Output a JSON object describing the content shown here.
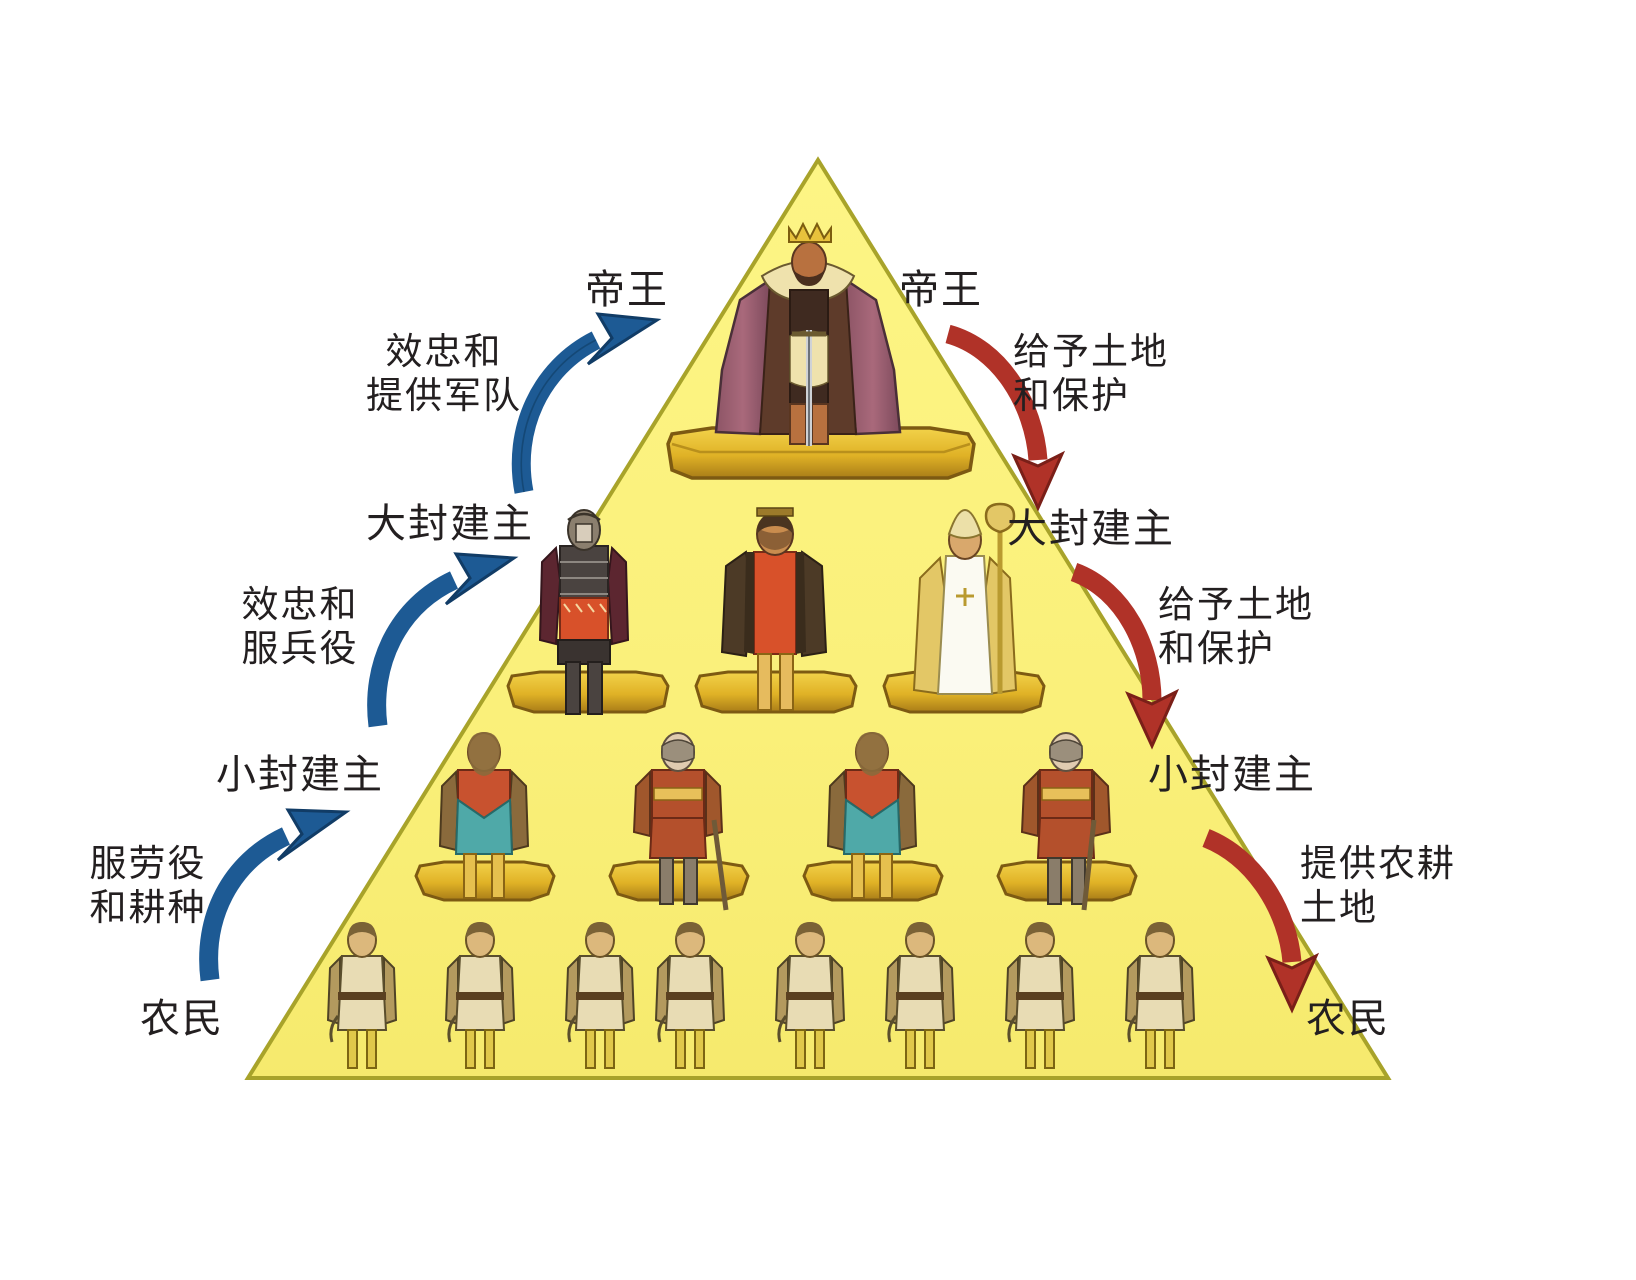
{
  "diagram": {
    "title": "封建制度金字塔",
    "type": "feudal-hierarchy-pyramid",
    "background_color": "#ffffff",
    "pyramid_fill": "#faf07a",
    "pyramid_stroke": "#a8a32a",
    "platform_color": "#e8bf2e",
    "platform_edge": "#8a6414",
    "up_arrow_color": "#1d5a94",
    "down_arrow_color": "#b03228"
  },
  "tiers": [
    {
      "id": "tier-1",
      "left_label": "帝王",
      "right_label": "帝王",
      "figure_count": 1,
      "figures": [
        "king"
      ]
    },
    {
      "id": "tier-2",
      "left_label": "大封建主",
      "right_label": "大封建主",
      "figure_count": 3,
      "figures": [
        "knight",
        "noble",
        "bishop"
      ]
    },
    {
      "id": "tier-3",
      "left_label": "小封建主",
      "right_label": "小封建主",
      "figure_count": 4,
      "figures": [
        "vassal",
        "knight",
        "vassal",
        "knight"
      ]
    },
    {
      "id": "tier-4",
      "left_label": "农民",
      "right_label": "农民",
      "figure_count": 8,
      "figures": [
        "peasant",
        "peasant",
        "peasant",
        "peasant",
        "peasant",
        "peasant",
        "peasant",
        "peasant"
      ]
    }
  ],
  "left_flows": [
    {
      "id": "flow-up-1",
      "text": "效忠和\n提供军队",
      "from": "大封建主",
      "to": "帝王"
    },
    {
      "id": "flow-up-2",
      "text": "效忠和\n服兵役",
      "from": "小封建主",
      "to": "大封建主"
    },
    {
      "id": "flow-up-3",
      "text": "服劳役\n和耕种",
      "from": "农民",
      "to": "小封建主"
    }
  ],
  "right_flows": [
    {
      "id": "flow-down-1",
      "text": "给予土地\n和保护",
      "from": "帝王",
      "to": "大封建主"
    },
    {
      "id": "flow-down-2",
      "text": "给予土地\n和保护",
      "from": "大封建主",
      "to": "小封建主"
    },
    {
      "id": "flow-down-3",
      "text": "提供农耕\n土地",
      "from": "小封建主",
      "to": "农民"
    }
  ]
}
